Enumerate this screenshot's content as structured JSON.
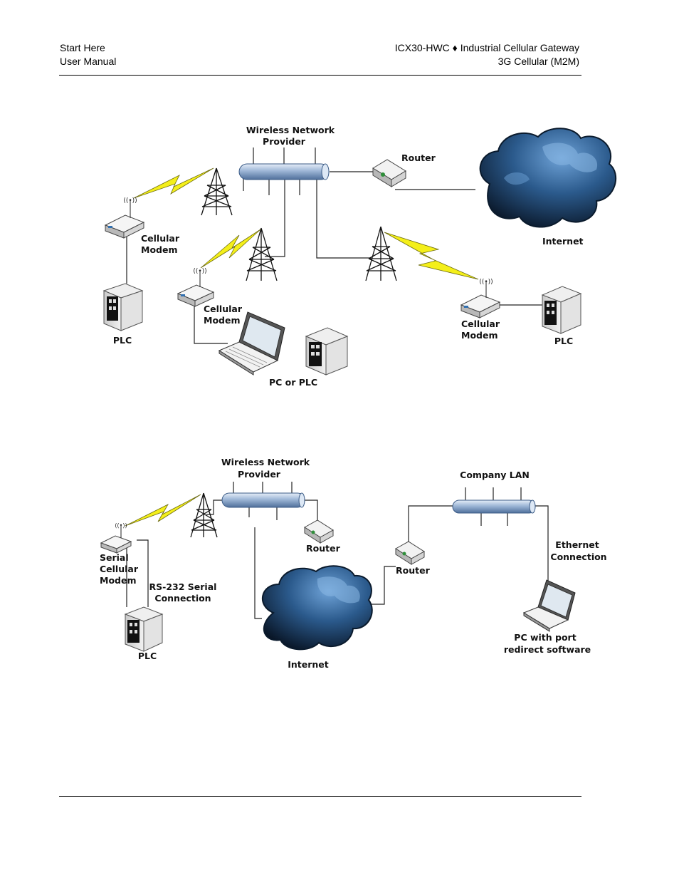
{
  "header": {
    "left_line1": "Start Here",
    "left_line2": "User Manual",
    "right_line1": "ICX30-HWC ♦ Industrial Cellular Gateway",
    "right_line2": "3G Cellular (M2M)"
  },
  "diagram1": {
    "provider_l1": "Wireless Network",
    "provider_l2": "Provider",
    "router": "Router",
    "internet": "Internet",
    "modem_left_l1": "Cellular",
    "modem_left_l2": "Modem",
    "modem_mid_l1": "Cellular",
    "modem_mid_l2": "Modem",
    "modem_right_l1": "Cellular",
    "modem_right_l2": "Modem",
    "plc_left": "PLC",
    "plc_right": "PLC",
    "pc_or_plc": "PC or PLC"
  },
  "diagram2": {
    "provider_l1": "Wireless Network",
    "provider_l2": "Provider",
    "company_lan": "Company LAN",
    "serial_modem_l1": "Serial",
    "serial_modem_l2": "Cellular",
    "serial_modem_l3": "Modem",
    "rs232_l1": "RS-232 Serial",
    "rs232_l2": "Connection",
    "plc": "PLC",
    "router_left": "Router",
    "router_right": "Router",
    "internet": "Internet",
    "ethernet_l1": "Ethernet",
    "ethernet_l2": "Connection",
    "pc_l1": "PC with port",
    "pc_l2": "redirect software"
  }
}
